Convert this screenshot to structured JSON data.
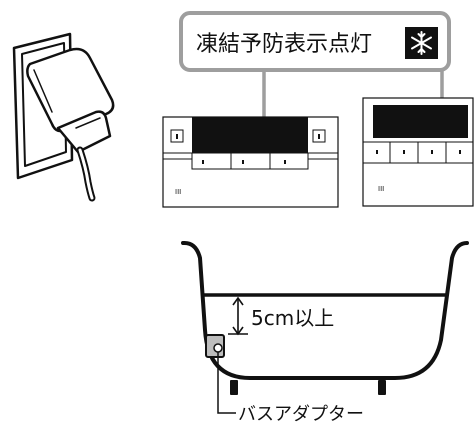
{
  "callout": {
    "label": "凍結予防表示点灯",
    "icon": "snowflake-icon",
    "border_color": "#9e9e9e",
    "icon_bg": "#111111",
    "icon_fg": "#ffffff"
  },
  "bathtub": {
    "depth_label": "5cm以上",
    "adapter_label": "バスアダプター"
  },
  "remote_marks": {
    "roman": "III"
  },
  "colors": {
    "ink": "#111111",
    "display": "#111111",
    "adapter_fill": "#bdbdbd"
  }
}
